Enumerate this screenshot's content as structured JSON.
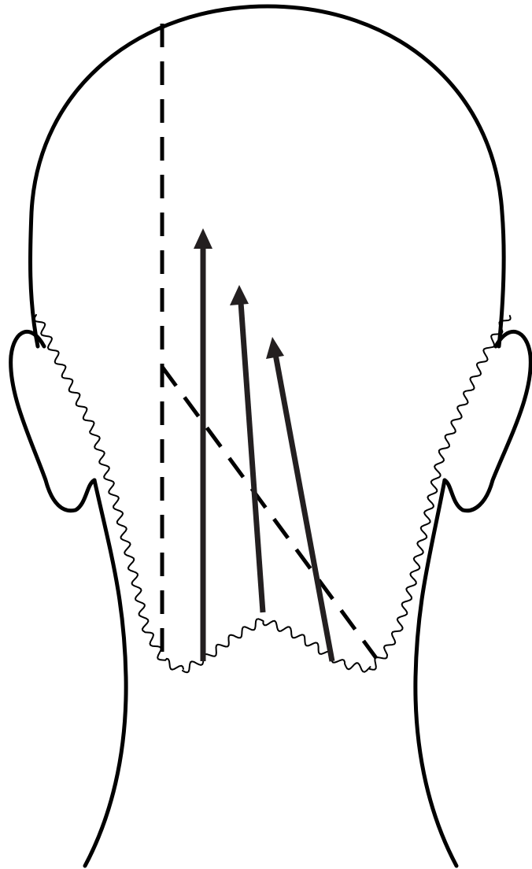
{
  "figure": {
    "subject": "head-back-view",
    "colors": {
      "outline": "#000000",
      "arrow": "#231f20",
      "background": "#ffffff"
    },
    "guides": [
      {
        "name": "vertical-guide-line",
        "style": "dashed"
      },
      {
        "name": "diagonal-guide-line",
        "style": "dashed"
      }
    ],
    "direction_arrows": [
      {
        "name": "direction-arrow-1"
      },
      {
        "name": "direction-arrow-2"
      },
      {
        "name": "direction-arrow-3"
      }
    ]
  }
}
